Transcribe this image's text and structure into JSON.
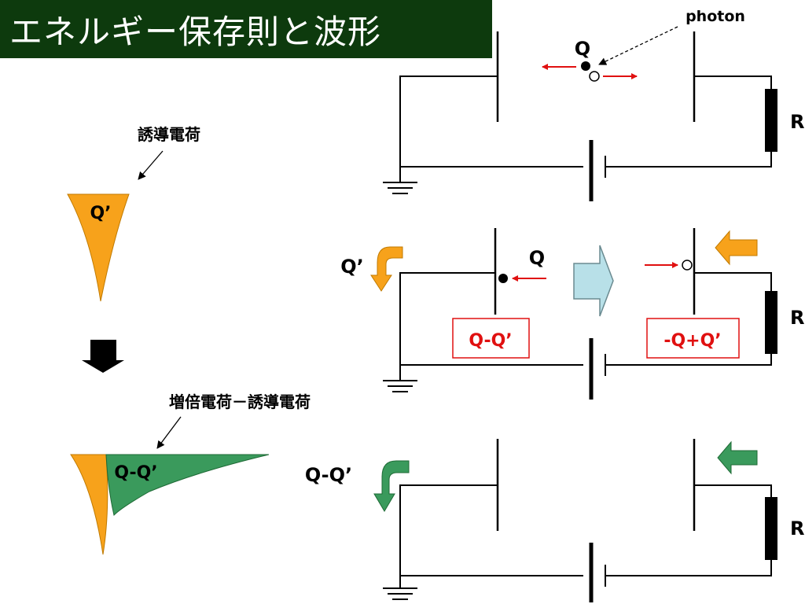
{
  "title": "エネルギー保存則と波形",
  "left": {
    "induced_label": "誘導電荷",
    "shape1_label": "Q’",
    "diff_label": "増倍電荷－誘導電荷",
    "shape2_label": "Q-Q’"
  },
  "circuit1": {
    "photon_label": "photon",
    "charge_label": "Q",
    "resistor_label": "R"
  },
  "circuit2": {
    "flow_label": "Q’",
    "charge_label": "Q",
    "left_box_label": "Q-Q’",
    "right_box_label": "-Q+Q’",
    "resistor_label": "R"
  },
  "circuit3": {
    "flow_label": "Q-Q’",
    "resistor_label": "R"
  },
  "colors": {
    "orange": "#f7a21b",
    "green": "#3a9a5c",
    "red": "#e01010",
    "light_blue": "#b8e0e8",
    "dark_green": "#0d3a0d"
  }
}
